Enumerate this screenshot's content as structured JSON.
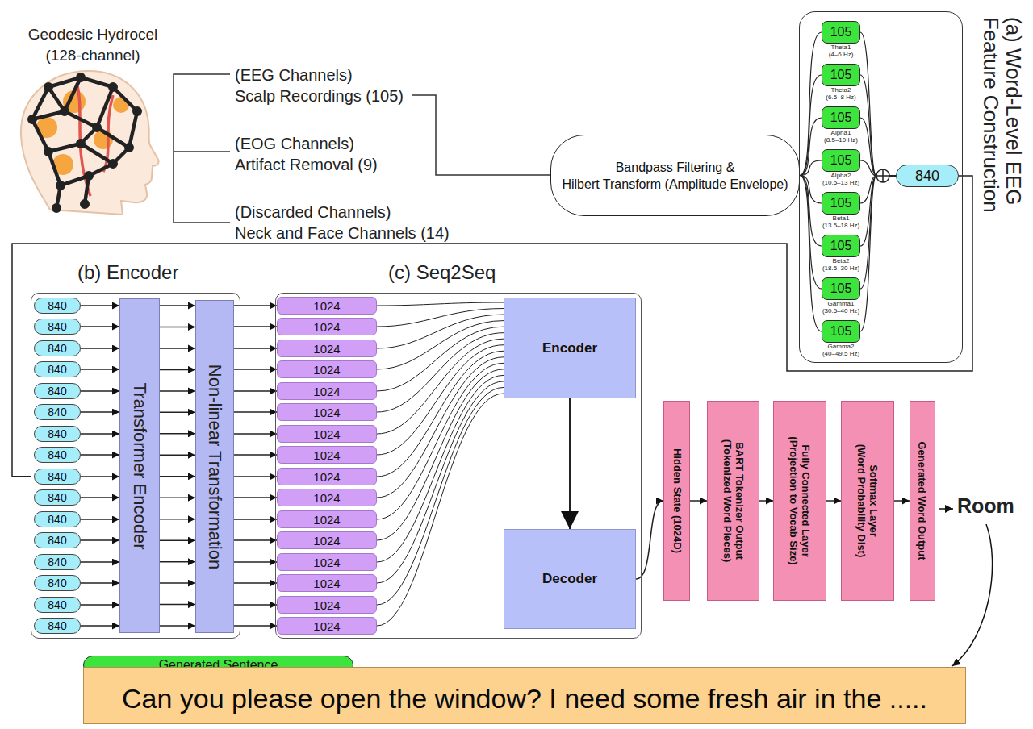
{
  "diagram": {
    "nodes": [
      {
        "text": [
          "Bandpass Filtering &",
          "Hilbert Transform (Amplitude Envelope)"
        ]
      },
      {
        "text": [
          "(a) Word-Level EEG",
          "Feature Construction"
        ]
      },
      {
        "text": [
          "105",
          "Theta1",
          "(4–6 Hz)"
        ],
        "in": 1
      },
      {
        "text": [
          "105",
          "Theta2",
          "(6.5–8 Hz)"
        ],
        "in": 1
      },
      {
        "text": [
          "105",
          "Alpha1",
          "(8.5–10 Hz)"
        ],
        "in": 1
      },
      {
        "text": [
          "105",
          "Alpha2",
          "(10.5–13 Hz)"
        ],
        "in": 1
      },
      {
        "text": [
          "105",
          "Beta1",
          "(13.5–18 Hz)"
        ],
        "in": 1
      },
      {
        "text": [
          "105",
          "Beta2",
          "(18.5–30 Hz)"
        ],
        "in": 1
      },
      {
        "text": [
          "105",
          "Gamma1",
          "(30.5–40 Hz)"
        ],
        "in": 1
      },
      {
        "text": [
          "105",
          "Gamma2",
          "(40–49.5 Hz)"
        ],
        "in": 1
      },
      {
        "text": [
          "840"
        ],
        "in": 1
      },
      {
        "text": [
          "(b) Encoder"
        ]
      },
      {
        "text": [
          "840"
        ],
        "in": 11
      },
      {
        "text": [
          "840"
        ],
        "in": 11
      },
      {
        "text": [
          "840"
        ],
        "in": 11
      },
      {
        "text": [
          "840"
        ],
        "in": 11
      },
      {
        "text": [
          "840"
        ],
        "in": 11
      },
      {
        "text": [
          "840"
        ],
        "in": 11
      },
      {
        "text": [
          "840"
        ],
        "in": 11
      },
      {
        "text": [
          "840"
        ],
        "in": 11
      },
      {
        "text": [
          "840"
        ],
        "in": 11
      },
      {
        "text": [
          "840"
        ],
        "in": 11
      },
      {
        "text": [
          "840"
        ],
        "in": 11
      },
      {
        "text": [
          "840"
        ],
        "in": 11
      },
      {
        "text": [
          "840"
        ],
        "in": 11
      },
      {
        "text": [
          "840"
        ],
        "in": 11
      },
      {
        "text": [
          "840"
        ],
        "in": 11
      },
      {
        "text": [
          "840"
        ],
        "in": 11
      },
      {
        "text": [
          "Transformer Encoder"
        ],
        "in": 11
      },
      {
        "text": [
          "Non-linear Transformation"
        ],
        "in": 11
      },
      {
        "text": [
          "(c) Seq2Seq"
        ]
      },
      {
        "text": [
          "1024"
        ],
        "in": 30
      },
      {
        "text": [
          "1024"
        ],
        "in": 30
      },
      {
        "text": [
          "1024"
        ],
        "in": 30
      },
      {
        "text": [
          "1024"
        ],
        "in": 30
      },
      {
        "text": [
          "1024"
        ],
        "in": 30
      },
      {
        "text": [
          "1024"
        ],
        "in": 30
      },
      {
        "text": [
          "1024"
        ],
        "in": 30
      },
      {
        "text": [
          "1024"
        ],
        "in": 30
      },
      {
        "text": [
          "1024"
        ],
        "in": 30
      },
      {
        "text": [
          "1024"
        ],
        "in": 30
      },
      {
        "text": [
          "1024"
        ],
        "in": 30
      },
      {
        "text": [
          "1024"
        ],
        "in": 30
      },
      {
        "text": [
          "1024"
        ],
        "in": 30
      },
      {
        "text": [
          "1024"
        ],
        "in": 30
      },
      {
        "text": [
          "1024"
        ],
        "in": 30
      },
      {
        "text": [
          "1024"
        ],
        "in": 30
      },
      {
        "text": [
          "Encoder"
        ],
        "in": 30
      },
      {
        "text": [
          "Decoder"
        ],
        "in": 30
      },
      {
        "text": [
          "Hidden State (1024D)"
        ]
      },
      {
        "text": [
          "BART Tokenizer Output",
          "(Tokenized Word Pieces)"
        ]
      },
      {
        "text": [
          "Fully Connected Layer",
          "(Projection to Vocab Size)"
        ]
      },
      {
        "text": [
          "Softmax Layer",
          "(Word Probability Dist)"
        ]
      },
      {
        "text": [
          "Generated Word Output"
        ]
      },
      {
        "text": [
          "Generated Sentence"
        ]
      },
      {
        "text": [
          "Can you please open the window? I need some fresh air in the ....."
        ]
      }
    ],
    "edges": [
      {
        "from": 0,
        "to": 2,
        "arrow": "none"
      },
      {
        "from": 0,
        "to": 3,
        "arrow": "none"
      },
      {
        "from": 0,
        "to": 4,
        "arrow": "none"
      },
      {
        "from": 0,
        "to": 5,
        "arrow": "none"
      },
      {
        "from": 0,
        "to": 6,
        "arrow": "none"
      },
      {
        "from": 0,
        "to": 7,
        "arrow": "none"
      },
      {
        "from": 0,
        "to": 8,
        "arrow": "none"
      },
      {
        "from": 0,
        "to": 9,
        "arrow": "none"
      },
      {
        "from": 2,
        "to": 10,
        "arrow": "none"
      },
      {
        "from": 3,
        "to": 10,
        "arrow": "none"
      },
      {
        "from": 4,
        "to": 10,
        "arrow": "none"
      },
      {
        "from": 5,
        "to": 10,
        "arrow": "none"
      },
      {
        "from": 6,
        "to": 10,
        "arrow": "none"
      },
      {
        "from": 7,
        "to": 10,
        "arrow": "none"
      },
      {
        "from": 8,
        "to": 10,
        "arrow": "none"
      },
      {
        "from": 9,
        "to": 10,
        "arrow": "none"
      },
      {
        "from": 10,
        "to": 11,
        "arrow": "none"
      },
      {
        "from": 12,
        "to": 28,
        "arrow": "to"
      },
      {
        "from": 13,
        "to": 28,
        "arrow": "to"
      },
      {
        "from": 14,
        "to": 28,
        "arrow": "to"
      },
      {
        "from": 15,
        "to": 28,
        "arrow": "to"
      },
      {
        "from": 16,
        "to": 28,
        "arrow": "to"
      },
      {
        "from": 17,
        "to": 28,
        "arrow": "to"
      },
      {
        "from": 18,
        "to": 28,
        "arrow": "to"
      },
      {
        "from": 19,
        "to": 28,
        "arrow": "to"
      },
      {
        "from": 20,
        "to": 28,
        "arrow": "to"
      },
      {
        "from": 21,
        "to": 28,
        "arrow": "to"
      },
      {
        "from": 22,
        "to": 28,
        "arrow": "to"
      },
      {
        "from": 23,
        "to": 28,
        "arrow": "to"
      },
      {
        "from": 24,
        "to": 28,
        "arrow": "to"
      },
      {
        "from": 25,
        "to": 28,
        "arrow": "to"
      },
      {
        "from": 26,
        "to": 28,
        "arrow": "to"
      },
      {
        "from": 27,
        "to": 28,
        "arrow": "to"
      },
      {
        "from": 28,
        "to": 29,
        "arrow": "to"
      },
      {
        "from": 28,
        "to": 29,
        "arrow": "to"
      },
      {
        "from": 28,
        "to": 29,
        "arrow": "to"
      },
      {
        "from": 28,
        "to": 29,
        "arrow": "to"
      },
      {
        "from": 28,
        "to": 29,
        "arrow": "to"
      },
      {
        "from": 28,
        "to": 29,
        "arrow": "to"
      },
      {
        "from": 28,
        "to": 29,
        "arrow": "to"
      },
      {
        "from": 28,
        "to": 29,
        "arrow": "to"
      },
      {
        "from": 28,
        "to": 29,
        "arrow": "to"
      },
      {
        "from": 28,
        "to": 29,
        "arrow": "to"
      },
      {
        "from": 28,
        "to": 29,
        "arrow": "to"
      },
      {
        "from": 28,
        "to": 29,
        "arrow": "to"
      },
      {
        "from": 28,
        "to": 29,
        "arrow": "to"
      },
      {
        "from": 28,
        "to": 29,
        "arrow": "to"
      },
      {
        "from": 28,
        "to": 29,
        "arrow": "to"
      },
      {
        "from": 28,
        "to": 29,
        "arrow": "to"
      },
      {
        "from": 29,
        "to": 31,
        "arrow": "to"
      },
      {
        "from": 29,
        "to": 32,
        "arrow": "to"
      },
      {
        "from": 29,
        "to": 33,
        "arrow": "to"
      },
      {
        "from": 29,
        "to": 34,
        "arrow": "to"
      },
      {
        "from": 29,
        "to": 35,
        "arrow": "to"
      },
      {
        "from": 29,
        "to": 36,
        "arrow": "to"
      },
      {
        "from": 29,
        "to": 37,
        "arrow": "to"
      },
      {
        "from": 29,
        "to": 38,
        "arrow": "to"
      },
      {
        "from": 29,
        "to": 39,
        "arrow": "to"
      },
      {
        "from": 29,
        "to": 40,
        "arrow": "to"
      },
      {
        "from": 29,
        "to": 41,
        "arrow": "to"
      },
      {
        "from": 29,
        "to": 42,
        "arrow": "to"
      },
      {
        "from": 29,
        "to": 43,
        "arrow": "to"
      },
      {
        "from": 29,
        "to": 44,
        "arrow": "to"
      },
      {
        "from": 29,
        "to": 45,
        "arrow": "to"
      },
      {
        "from": 29,
        "to": 46,
        "arrow": "to"
      },
      {
        "from": 31,
        "to": 47,
        "arrow": "none"
      },
      {
        "from": 32,
        "to": 47,
        "arrow": "none"
      },
      {
        "from": 33,
        "to": 47,
        "arrow": "none"
      },
      {
        "from": 34,
        "to": 47,
        "arrow": "none"
      },
      {
        "from": 35,
        "to": 47,
        "arrow": "none"
      },
      {
        "from": 36,
        "to": 47,
        "arrow": "none"
      },
      {
        "from": 37,
        "to": 47,
        "arrow": "none"
      },
      {
        "from": 38,
        "to": 47,
        "arrow": "none"
      },
      {
        "from": 39,
        "to": 47,
        "arrow": "none"
      },
      {
        "from": 40,
        "to": 47,
        "arrow": "none"
      },
      {
        "from": 41,
        "to": 47,
        "arrow": "none"
      },
      {
        "from": 42,
        "to": 47,
        "arrow": "none"
      },
      {
        "from": 43,
        "to": 47,
        "arrow": "none"
      },
      {
        "from": 44,
        "to": 47,
        "arrow": "none"
      },
      {
        "from": 45,
        "to": 47,
        "arrow": "none"
      },
      {
        "from": 46,
        "to": 47,
        "arrow": "none"
      },
      {
        "from": 47,
        "to": 48,
        "arrow": "to"
      },
      {
        "from": 48,
        "to": 49,
        "arrow": "to"
      },
      {
        "from": 49,
        "to": 50,
        "arrow": "to"
      },
      {
        "from": 50,
        "to": 51,
        "arrow": "to"
      },
      {
        "from": 51,
        "to": 52,
        "arrow": "to"
      },
      {
        "from": 52,
        "to": 53,
        "arrow": "to"
      }
    ],
    "labels": [
      "Geodesic Hydrocel (128-channel)",
      "(EEG Channels)",
      "Scalp Recordings (105)",
      "(EOG Channels)",
      "Artifact Removal (9)",
      "(Discarded Channels)",
      "Neck and Face Channels (14)",
      "Room"
    ]
  }
}
